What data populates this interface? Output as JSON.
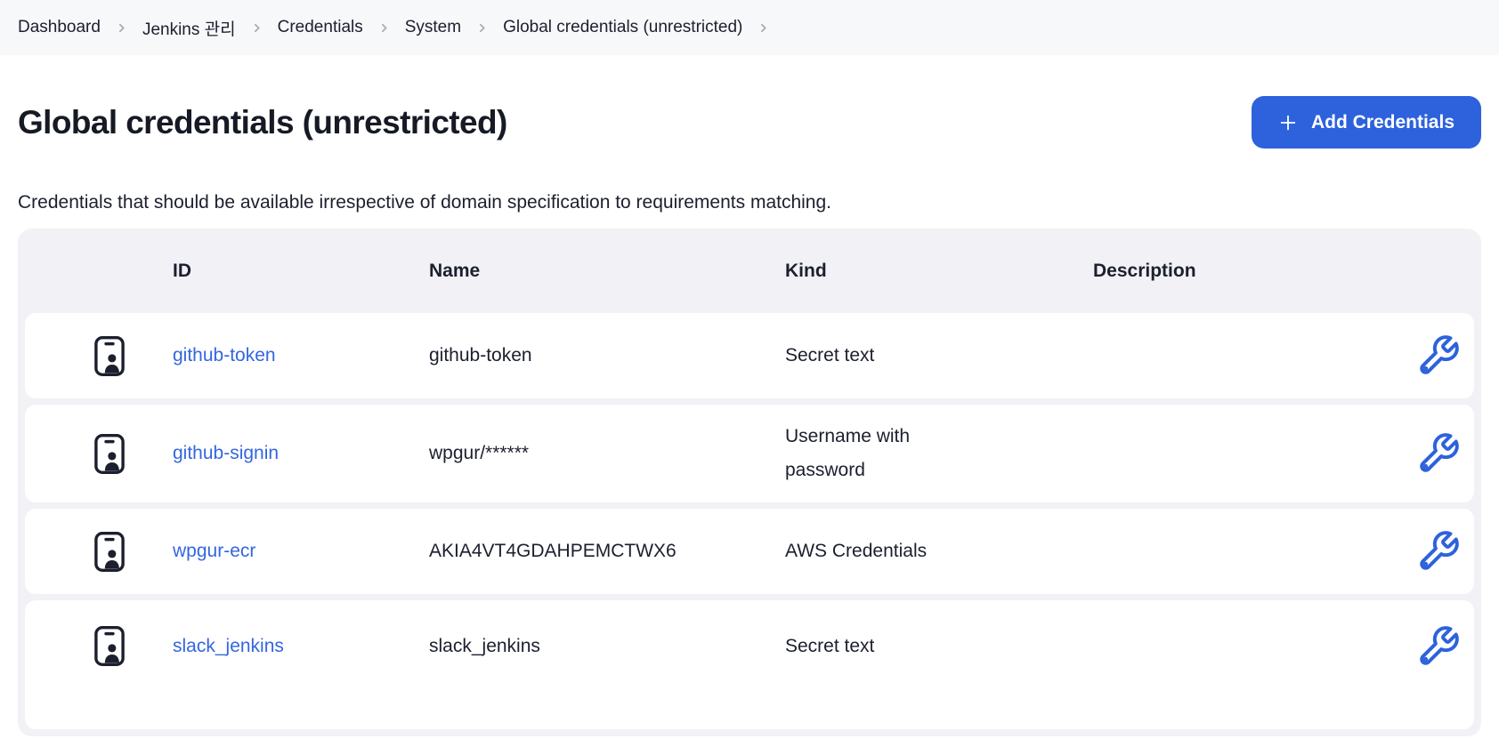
{
  "breadcrumb": {
    "items": [
      "Dashboard",
      "Jenkins 관리",
      "Credentials",
      "System",
      "Global credentials (unrestricted)"
    ]
  },
  "header": {
    "title": "Global credentials (unrestricted)",
    "add_button_label": "Add Credentials"
  },
  "intro_text": "Credentials that should be available irrespective of domain specification to requirements matching.",
  "table": {
    "columns": [
      "ID",
      "Name",
      "Kind",
      "Description"
    ],
    "rows": [
      {
        "id": "github-token",
        "name": "github-token",
        "kind": "Secret text",
        "description": ""
      },
      {
        "id": "github-signin",
        "name": "wpgur/******",
        "kind": "Username with password",
        "description": ""
      },
      {
        "id": "wpgur-ecr",
        "name": "AKIA4VT4GDAHPEMCTWX6",
        "kind": "AWS Credentials",
        "description": ""
      },
      {
        "id": "slack_jenkins",
        "name": "slack_jenkins",
        "kind": "Secret text",
        "description": ""
      }
    ]
  },
  "icons": {
    "breadcrumb_separator": "chevron-right-icon",
    "add_button": "plus-icon",
    "row_leading": "id-card-icon",
    "row_action": "wrench-icon"
  },
  "colors": {
    "accent_blue": "#2D62DC",
    "link_blue": "#3366E0",
    "table_background": "#F1F1F6",
    "breadcrumb_background": "#F7F8FA",
    "text_dark": "#1C1F2E"
  }
}
